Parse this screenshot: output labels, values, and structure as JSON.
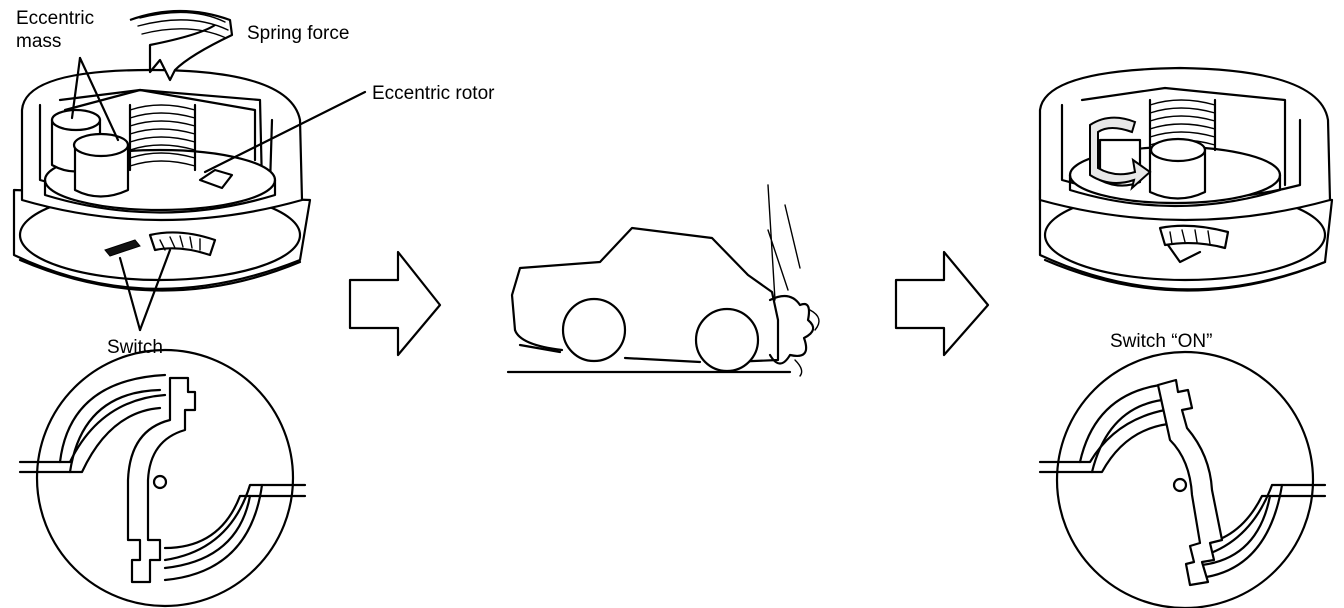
{
  "labels": {
    "eccentric_mass_line1": "Eccentric",
    "eccentric_mass_line2": "mass",
    "spring_force": "Spring force",
    "eccentric_rotor": "Eccentric rotor",
    "switch": "Switch",
    "switch_on": "Switch “ON”"
  },
  "icons": {
    "flow_arrow": "right-arrow-icon",
    "collision": "car-collision-icon"
  },
  "colors": {
    "line": "#000000",
    "background": "#ffffff"
  }
}
